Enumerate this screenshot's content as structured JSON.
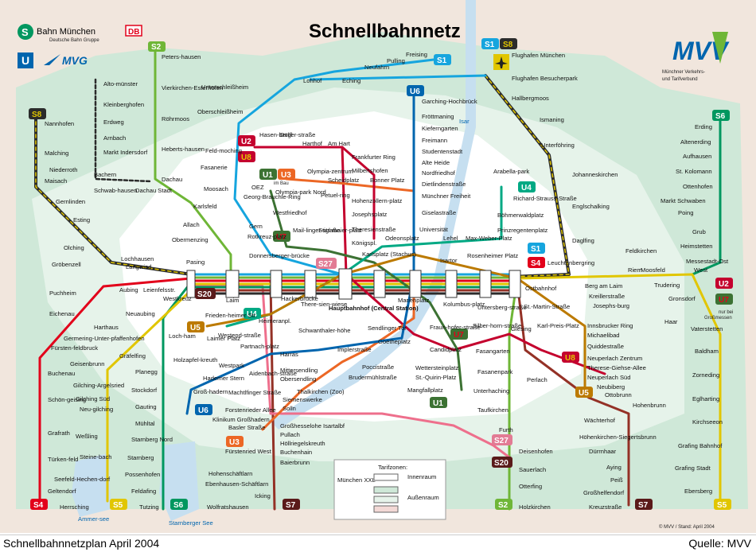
{
  "title": "Schnellbahnnetz",
  "logos": {
    "sbahn_text": "Bahn München",
    "sbahn_sub": "Deutsche Bahn Gruppe",
    "db": "DB",
    "mvg": "MVG",
    "mvv": "MVV",
    "mvv_sub1": "Münchner Verkehrs-",
    "mvv_sub2": "und Tarifverbund"
  },
  "lines": {
    "S1": "S1",
    "S2": "S2",
    "S4": "S4",
    "S5": "S5",
    "S6": "S6",
    "S7": "S7",
    "S8": "S8",
    "S20": "S20",
    "S27": "S27",
    "U1": "U1",
    "U2": "U2",
    "U3": "U3",
    "U4": "U4",
    "U5": "U5",
    "U6": "U6",
    "U7": "U7",
    "U8": "U8"
  },
  "colors": {
    "S1": "#16a5de",
    "S2": "#6fb637",
    "S4": "#e2001a",
    "S5": "#e1c600",
    "S6": "#00975f",
    "S7": "#943126",
    "S8": "#2b2b2b",
    "S20": "#ee6f8c",
    "S27": "#e27b94",
    "U1": "#3c7233",
    "U2": "#c4022e",
    "U3": "#ec6725",
    "U4": "#00a984",
    "U5": "#bc7a00",
    "U6": "#0065ae",
    "U7": "#3c7233",
    "U8": "#c4022e",
    "zone_inner": "#ffffff",
    "zone_outer": "#cfe8d8",
    "zone_xxl": "#f3d9d6",
    "background": "#cfe8d8"
  },
  "stations": {
    "petershausen": "Peters-hausen",
    "vierkirchen": "Vierkirchen-Esterhofen",
    "roehrmoos": "Röhrmoos",
    "hebertshausen": "Heberts-hausen",
    "dachau": "Dachau",
    "altomuenster": "Alto-münster",
    "kleinberghofen": "Kleinberghofen",
    "erdweg": "Erdweg",
    "arnbach": "Arnbach",
    "markt_indersdorf": "Markt Indersdorf",
    "niederroth": "Niederroth",
    "bachern": "Bachern",
    "schwabhausen": "Schwab-hausen",
    "dachau_stadt": "Dachau Stadt",
    "nannhofen": "Nannhofen",
    "malching": "Malching",
    "maisach": "Maisach",
    "gernlinden": "Gernlinden",
    "esting": "Esting",
    "olching": "Olching",
    "groebenzell": "Gröbenzell",
    "lochhausen": "Lochhausen",
    "langwied": "Langwied",
    "pasing": "Pasing",
    "karlsfeld": "Karlsfeld",
    "allach": "Allach",
    "obermenzing": "Obermenzing",
    "unterschleissheim": "Unterschleißheim",
    "oberschleissheim": "Oberschleißheim",
    "feldmoching": "Feld-moching",
    "fasanerie": "Fasanerie",
    "moosach": "Moosach",
    "lohhof": "Lohhof",
    "eching": "Eching",
    "neufahrn": "Neufahrn",
    "pulling": "Pulling",
    "freising": "Freising",
    "flughafen": "Flughafen München",
    "besucherpark": "Flughafen Besucherpark",
    "hallbergmoos": "Hallbergmoos",
    "ismaning": "Ismaning",
    "unterfoehring": "Unterföhring",
    "johanneskirchen": "Johanneskirchen",
    "englschalking": "Englschalking",
    "daglfing": "Daglfing",
    "leuchtenbergring": "Leuchtenbergring",
    "riem": "Riem",
    "messestadt_ost": "Messestadt-Ost",
    "moosfeld": "Moosfeld",
    "messestadt_west": "West",
    "erding": "Erding",
    "altenerding": "Altenerding",
    "aufhausen": "Aufhausen",
    "st_kolomann": "St. Kolomann",
    "ottenhofen": "Ottenhofen",
    "markt_schwaben": "Markt Schwaben",
    "poing": "Poing",
    "grub": "Grub",
    "heimstetten": "Heimstetten",
    "feldkirchen": "Feldkirchen",
    "berg_am_laim": "Berg am Laim",
    "trudering": "Trudering",
    "gronsdorf": "Gronsdorf",
    "haar": "Haar",
    "vaterstetten": "Vaterstetten",
    "baldham": "Baldham",
    "zorneding": "Zorneding",
    "eglharting": "Eglharting",
    "kirchseeon": "Kirchseeon",
    "grafing_bahnhof": "Grafing Bahnhof",
    "grafing_stadt": "Grafing Stadt",
    "ebersberg": "Ebersberg",
    "ostbahnhof": "Ostbahnhof",
    "st_martin": "St.-Martin-Straße",
    "karl_preis": "Karl-Preis-Platz",
    "giesing": "Giesing",
    "fasangarten": "Fasangarten",
    "fasanenpark": "Fasanenpark",
    "unterhaching": "Unterhaching",
    "taufkirchen": "Taufkirchen",
    "furth": "Furth",
    "deisenhofen": "Deisenhofen",
    "sauerlach": "Sauerlach",
    "otterfing": "Otterfing",
    "holzkirchen": "Holzkirchen",
    "garching_hochbrueck": "Garching-Hochbrück",
    "froettmaning": "Fröttmaning",
    "kieferngarten": "Kieferngarten",
    "freimann": "Freimann",
    "studentenstadt": "Studentenstadt",
    "alte_heide": "Alte Heide",
    "nordfriedhof": "Nordfriedhof",
    "dietlindenstrasse": "Dietlindenstraße",
    "muenchner_freiheit": "Münchner Freiheit",
    "giselastrasse": "Giselastraße",
    "universitaet": "Universität",
    "odeonsplatz": "Odeonsplatz",
    "lehel": "Lehel",
    "max_weber": "Max-Weber-Platz",
    "arabellapark": "Arabella-park",
    "richard_strauss": "Richard-Strauss-Straße",
    "boehmerwald": "Böhmerwaldplatz",
    "prinzregenten": "Prinzregentenplatz",
    "isartor": "Isartor",
    "rosenheimer": "Rosenheimer Platz",
    "marienplatz": "Marienplatz",
    "karlsplatz": "Karlsplatz (Stachus)",
    "hauptbahnhof": "Hauptbahnhof (Central Station)",
    "hackerbruecke": "Hackerbrücke",
    "donnersberger": "Donnersberger-brücke",
    "laim": "Laim",
    "heimeranplatz": "Heimeranpl.",
    "harras": "Harras",
    "sendlinger_tor": "Sendlinger Tor",
    "goetheplatz": "Goetheplatz",
    "implerstrasse": "Implerstraße",
    "poccistrasse": "Poccistraße",
    "brudermuehl": "Brudermühlstraße",
    "thalkirchen": "Thalkirchen (Zoo)",
    "obersendling": "Obersendling",
    "siemenswerke": "Siemenswerke",
    "solln": "Solln",
    "grosshesselohe": "Großhesselohe Isartalbf",
    "pullach": "Pullach",
    "hoellriegelskreuth": "Höllriegelskreuth",
    "buchenhain": "Buchenhain",
    "baierbrunn": "Baierbrunn",
    "hohenschaeftlarn": "Hohenschäftlarn",
    "ebenhausen": "Ebenhausen-Schäftlarn",
    "icking": "Icking",
    "wolfratshausen": "Wolfratshausen",
    "westpark": "Westpark",
    "holzapfelkreuth": "Holzapfel-kreuth",
    "hadern": "Haderner Stern",
    "grosshadern": "Groß-hadern",
    "klinikum": "Klinikum Großhadern",
    "aidenbach": "Aidenbach-straße",
    "machtlfinger": "Machtlfinger Straße",
    "forstenrieder": "Forstenrieder Allee",
    "basler": "Basler Straße",
    "fuerstenried": "Fürstenried West",
    "mittersendling": "Mittersendling",
    "partnach": "Partnach-platz",
    "westendstr": "Westend-straße",
    "friedenheimer": "Frieden-heimer Str.",
    "laimer_platz": "Laimer Platz",
    "schwanthalerhoehe": "Schwanthaler-höhe",
    "theresienwiese": "There-sien-wiese",
    "kolumbusplatz": "Kolumbus-platz",
    "candidplatz": "Candidplatz",
    "wettersteinplatz": "Wettersteinplatz",
    "st_quirin": "St.-Quirin-Platz",
    "mangfallplatz": "Mangfallplatz",
    "fraunhofer": "Fraun-hofer-straße",
    "silberhorn": "Silber-horn-straße",
    "untersberg": "Untersberg-straße",
    "innsbrucker": "Innsbrucker Ring",
    "michaelibad": "Michaelibad",
    "quiddestrasse": "Quiddestraße",
    "neuperlach_zentrum": "Neuperlach Zentrum",
    "therese_giehse": "Therese-Giehse-Allee",
    "neuperlach_sued": "Neuperlach Süd",
    "neubiberg": "Neubiberg",
    "ottobrunn": "Ottobrunn",
    "hohenbrunn": "Hohenbrunn",
    "waechterhof": "Wächterhof",
    "hoehenkirchen": "Höhenkirchen-Siegertsbrunn",
    "duernhaar": "Dürrnhaar",
    "aying": "Aying",
    "peiss": "Peiß",
    "grossheldendorf": "Großhelfendorf",
    "kreuzstrasse": "Kreuzstraße",
    "perlach": "Perlach",
    "kreillerstrasse": "Kreillerstraße",
    "josephsburg": "Josephs-burg",
    "puchheim": "Puchheim",
    "eichenau": "Eichenau",
    "fuerstenfeldbruck": "Fürsten-feldbruck",
    "buchenau": "Buchenau",
    "schoengeising": "Schön-geising",
    "grafrath": "Grafrath",
    "tuerkenfeld": "Türken-feld",
    "geltendorf": "Geltendorf",
    "aubing": "Aubing",
    "leienfelsstr": "Leienfelsstr.",
    "westkreuz": "Westkreuz",
    "neuaubing": "Neuaubing",
    "harthaus": "Harthaus",
    "germering": "Germering-Unter-pfaffenhofen",
    "geisenbrunn": "Geisenbrunn",
    "gilching_argelsried": "Gilching-Argelsried",
    "gilching_sued": "Gilching Süd",
    "neugilching": "Neu-gilching",
    "wessling": "Weßling",
    "steinebach": "Steine-bach",
    "seefeld": "Seefeld-Hechen-dorf",
    "herrsching": "Herrsching",
    "lochham": "Loch-ham",
    "graefelfing": "Gräfelfing",
    "planegg": "Planegg",
    "stockdorf": "Stockdorf",
    "gauting": "Gauting",
    "muehlthal": "Mühltal",
    "starnberg_nord": "Starnberg Nord",
    "starnberg": "Starnberg",
    "possenhofen": "Possenhofen",
    "feldafing": "Feldafing",
    "tutzing": "Tutzing",
    "hasenbergl": "Hasen-bergl",
    "duelferstr": "Dülfer-straße",
    "harthof": "Harthof",
    "am_hart": "Am Hart",
    "frankfurter": "Frankfurter Ring",
    "milbertshofen": "Milbertshofen",
    "scheidplatz": "Scheidplatz",
    "bonner": "Bonner Platz",
    "hohenzollern": "Hohenzollern-platz",
    "josephsplatz": "Josephsplatz",
    "theresienstr": "Theresienstraße",
    "koenigsplatz": "Königspl.",
    "oez": "OEZ",
    "olympiazentrum": "Olympia-zentrum",
    "olympiapark_nord": "Olympia-park Nord",
    "georg_brauchle": "Georg-Brauchle-Ring",
    "westfriedhof": "Westfriedhof",
    "petuelring": "Petuel-ring",
    "gern": "Gern",
    "rotkreuzplatz": "Rotkreuz-platz",
    "maillinger": "Mail-linger-straße",
    "stiglmaier": "Stigl-maier-platz",
    "im_bau": "im Bau",
    "ammersee": "Ammer-see",
    "starnberger_see": "Starnberger See",
    "isar": "Isar",
    "nur_bei": "nur bei",
    "grossmessen": "Großmessen"
  },
  "legend": {
    "title": "Tarifzonen:",
    "innenraum": "Innenraum",
    "aussenraum": "Außenraum",
    "muenchen_xxl": "München XXL"
  },
  "credit": "© MVV / Stand: April 2004",
  "caption": {
    "left": "Schnellbahnnetzplan April 2004",
    "right": "Quelle: MVV"
  }
}
